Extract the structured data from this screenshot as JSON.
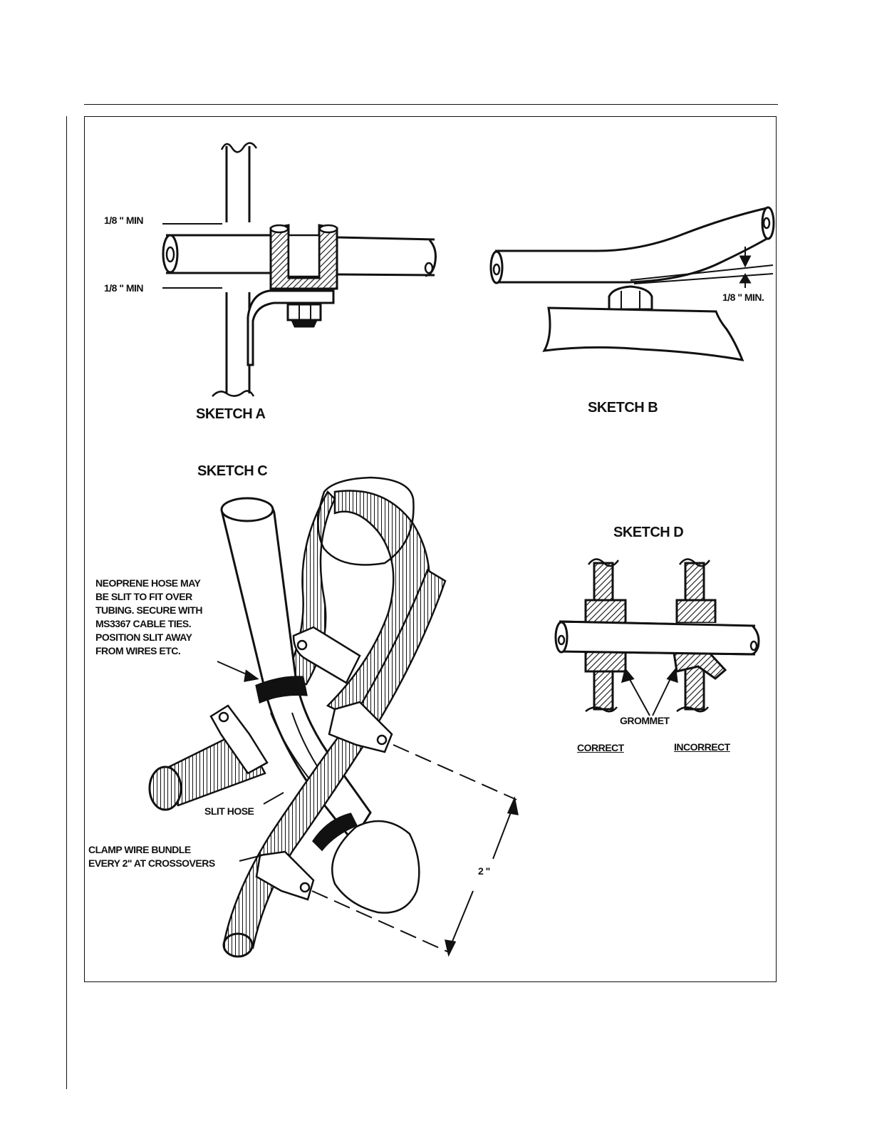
{
  "sketch_a": {
    "title": "SKETCH A",
    "dim_top": "1/8 \" MIN",
    "dim_bottom": "1/8 \" MIN"
  },
  "sketch_b": {
    "title": "SKETCH B",
    "dim": "1/8 \" MIN."
  },
  "sketch_c": {
    "title": "SKETCH C",
    "note_hose_lines": [
      "NEOPRENE HOSE MAY",
      "BE SLIT TO FIT OVER",
      "TUBING. SECURE WITH",
      "MS3367 CABLE TIES.",
      "POSITION SLIT AWAY",
      "FROM WIRES ETC."
    ],
    "slit_hose": "SLIT HOSE",
    "clamp_note_lines": [
      "CLAMP WIRE BUNDLE",
      "EVERY 2\" AT CROSSOVERS"
    ],
    "dim": "2 \""
  },
  "sketch_d": {
    "title": "SKETCH D",
    "grommet": "GROMMET",
    "correct": "CORRECT",
    "incorrect": "INCORRECT"
  }
}
